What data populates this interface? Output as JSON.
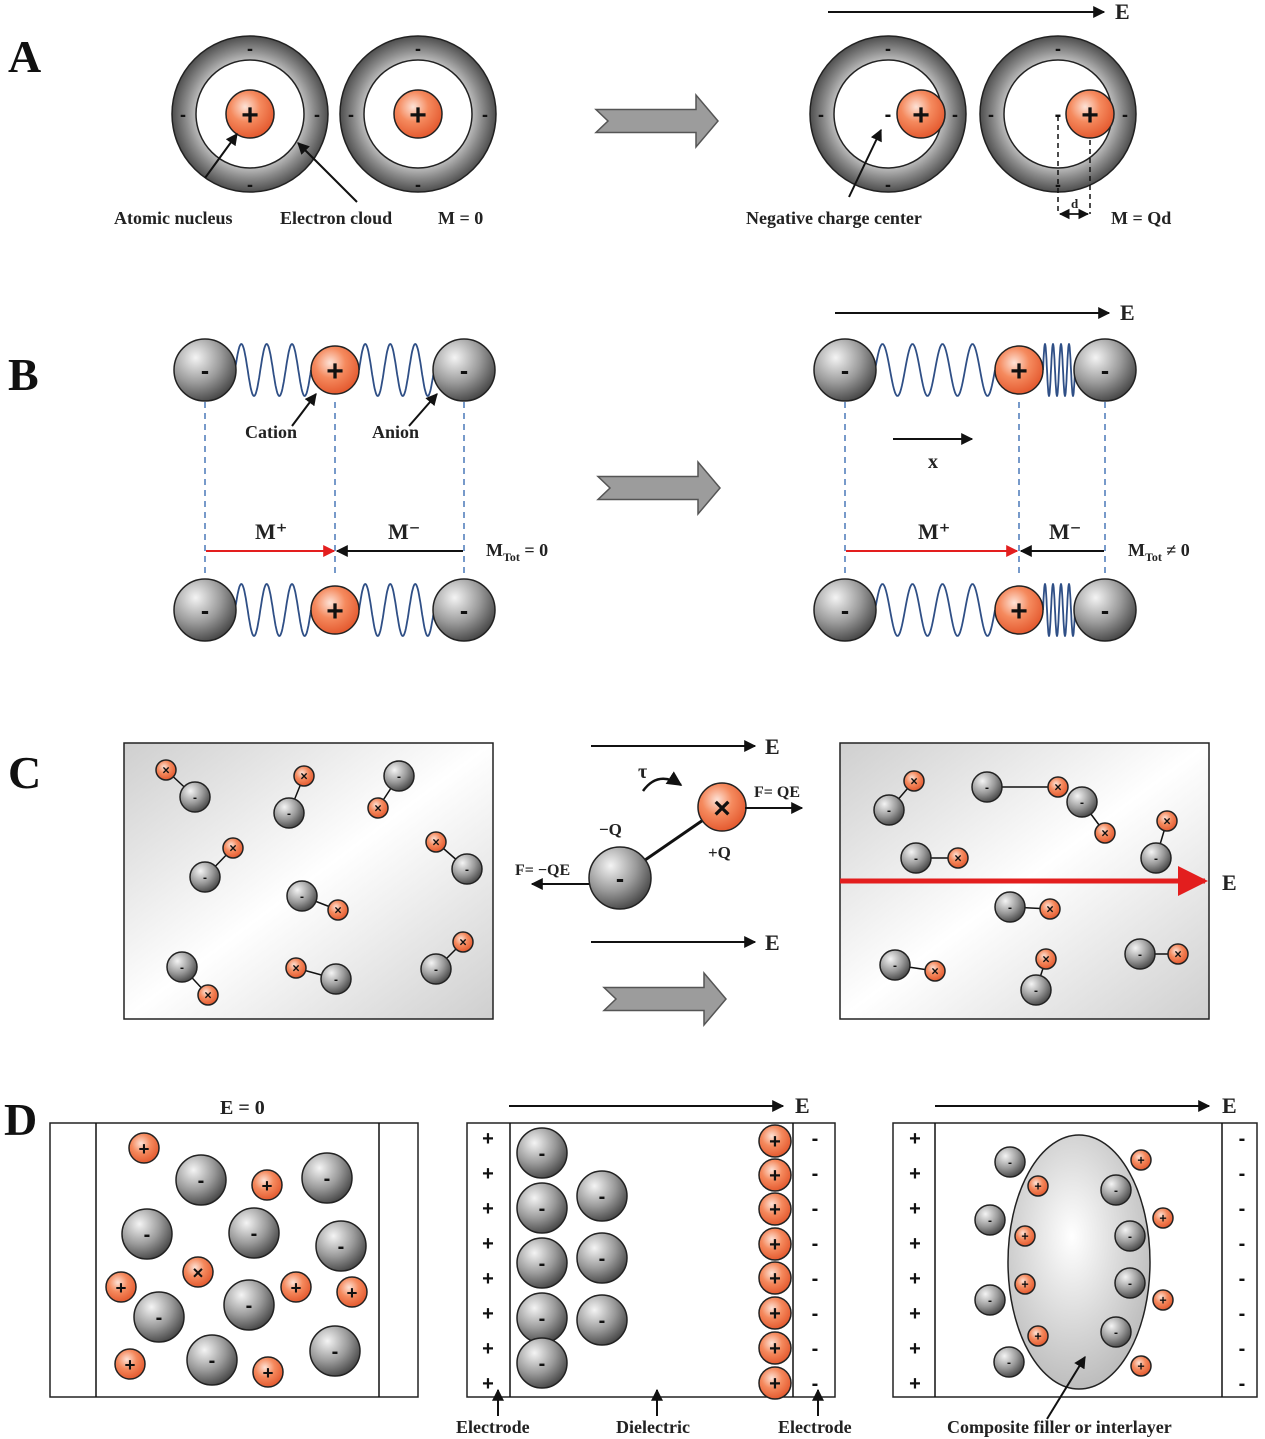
{
  "panels": {
    "a": "A",
    "b": "B",
    "c": "C",
    "d": "D"
  },
  "symbols": {
    "plus": "+",
    "minus": "-",
    "cross": "×"
  },
  "panel_a": {
    "field": "E",
    "nucleus": "Atomic nucleus",
    "cloud": "Electron cloud",
    "m_zero": "M = 0",
    "neg_center": "Negative charge center",
    "d": "d",
    "m_qd": "M = Qd"
  },
  "panel_b": {
    "field": "E",
    "cation": "Cation",
    "anion": "Anion",
    "m_plus": "M⁺",
    "m_minus": "M⁻",
    "m_tot_zero_main": "M",
    "m_tot_zero_sub": "Tot",
    "m_tot_zero_rest": " = 0",
    "m_tot_nz_main": "M",
    "m_tot_nz_sub": "Tot",
    "m_tot_nz_rest": " ≠ 0",
    "x": "x"
  },
  "panel_c": {
    "field": "E",
    "field2": "E",
    "field3": "E",
    "tau": "τ",
    "neg_q": "−Q",
    "pos_q": "+Q",
    "f_pos": "F= QE",
    "f_neg": "F= −QE"
  },
  "panel_d": {
    "e_zero": "E = 0",
    "field_mid": "E",
    "field_right": "E",
    "electrode_left": "Electrode",
    "dielectric": "Dielectric",
    "electrode_right": "Electrode",
    "composite": "Composite filler or interlayer"
  },
  "colors": {
    "cation": "#f26a3d",
    "anion": "#8a8a8a",
    "spring": "#2f4f86",
    "dash": "#4a78b8",
    "red": "#e31e1e"
  }
}
